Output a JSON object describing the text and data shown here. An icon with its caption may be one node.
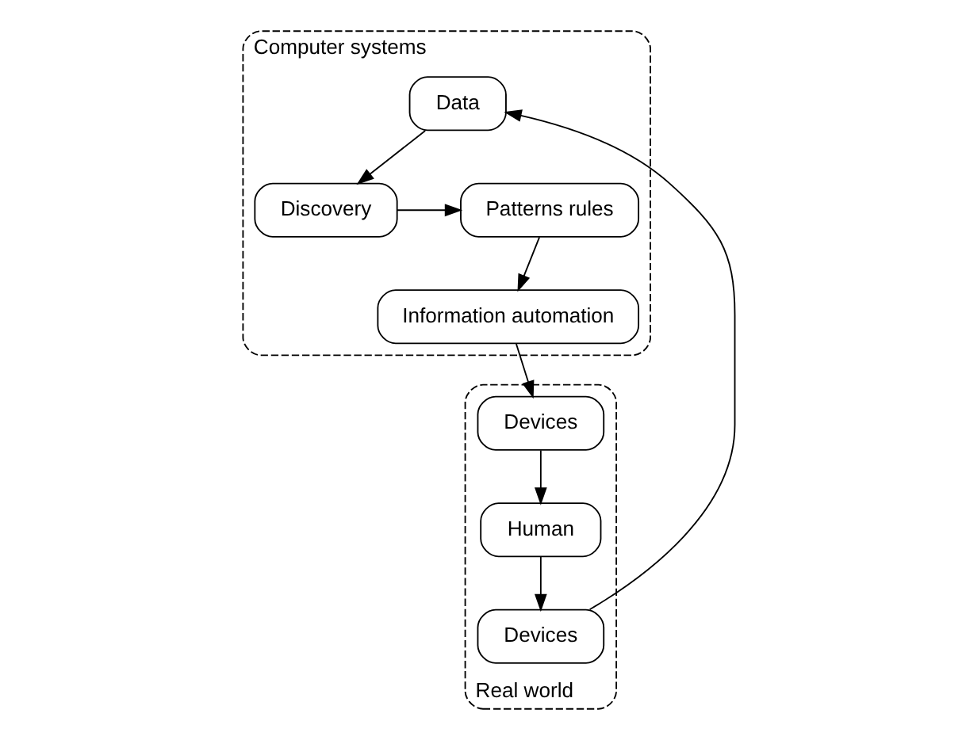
{
  "diagram": {
    "nodes": [
      {
        "text": [
          "Computer systems"
        ]
      },
      {
        "text": [
          "Discovery"
        ],
        "in": 0
      },
      {
        "text": [
          "Patterns rules"
        ],
        "in": 0
      },
      {
        "text": [
          "Data"
        ],
        "in": 0
      },
      {
        "text": [
          "Information automation"
        ],
        "in": 0
      },
      {
        "text": [
          "Real world"
        ]
      },
      {
        "text": [
          "Devices"
        ],
        "in": 5
      },
      {
        "text": [
          "Devices"
        ],
        "in": 5
      },
      {
        "text": [
          "Human"
        ],
        "in": 5
      }
    ],
    "edges": [
      {
        "from": 3,
        "to": 1,
        "arrow": "to"
      },
      {
        "from": 1,
        "to": 2,
        "arrow": "to"
      },
      {
        "from": 2,
        "to": 4,
        "arrow": "to"
      },
      {
        "from": 4,
        "to": 7,
        "arrow": "to"
      },
      {
        "from": 7,
        "to": 8,
        "arrow": "to"
      },
      {
        "from": 8,
        "to": 6,
        "arrow": "to"
      },
      {
        "from": 6,
        "to": 3,
        "arrow": "to"
      }
    ]
  }
}
